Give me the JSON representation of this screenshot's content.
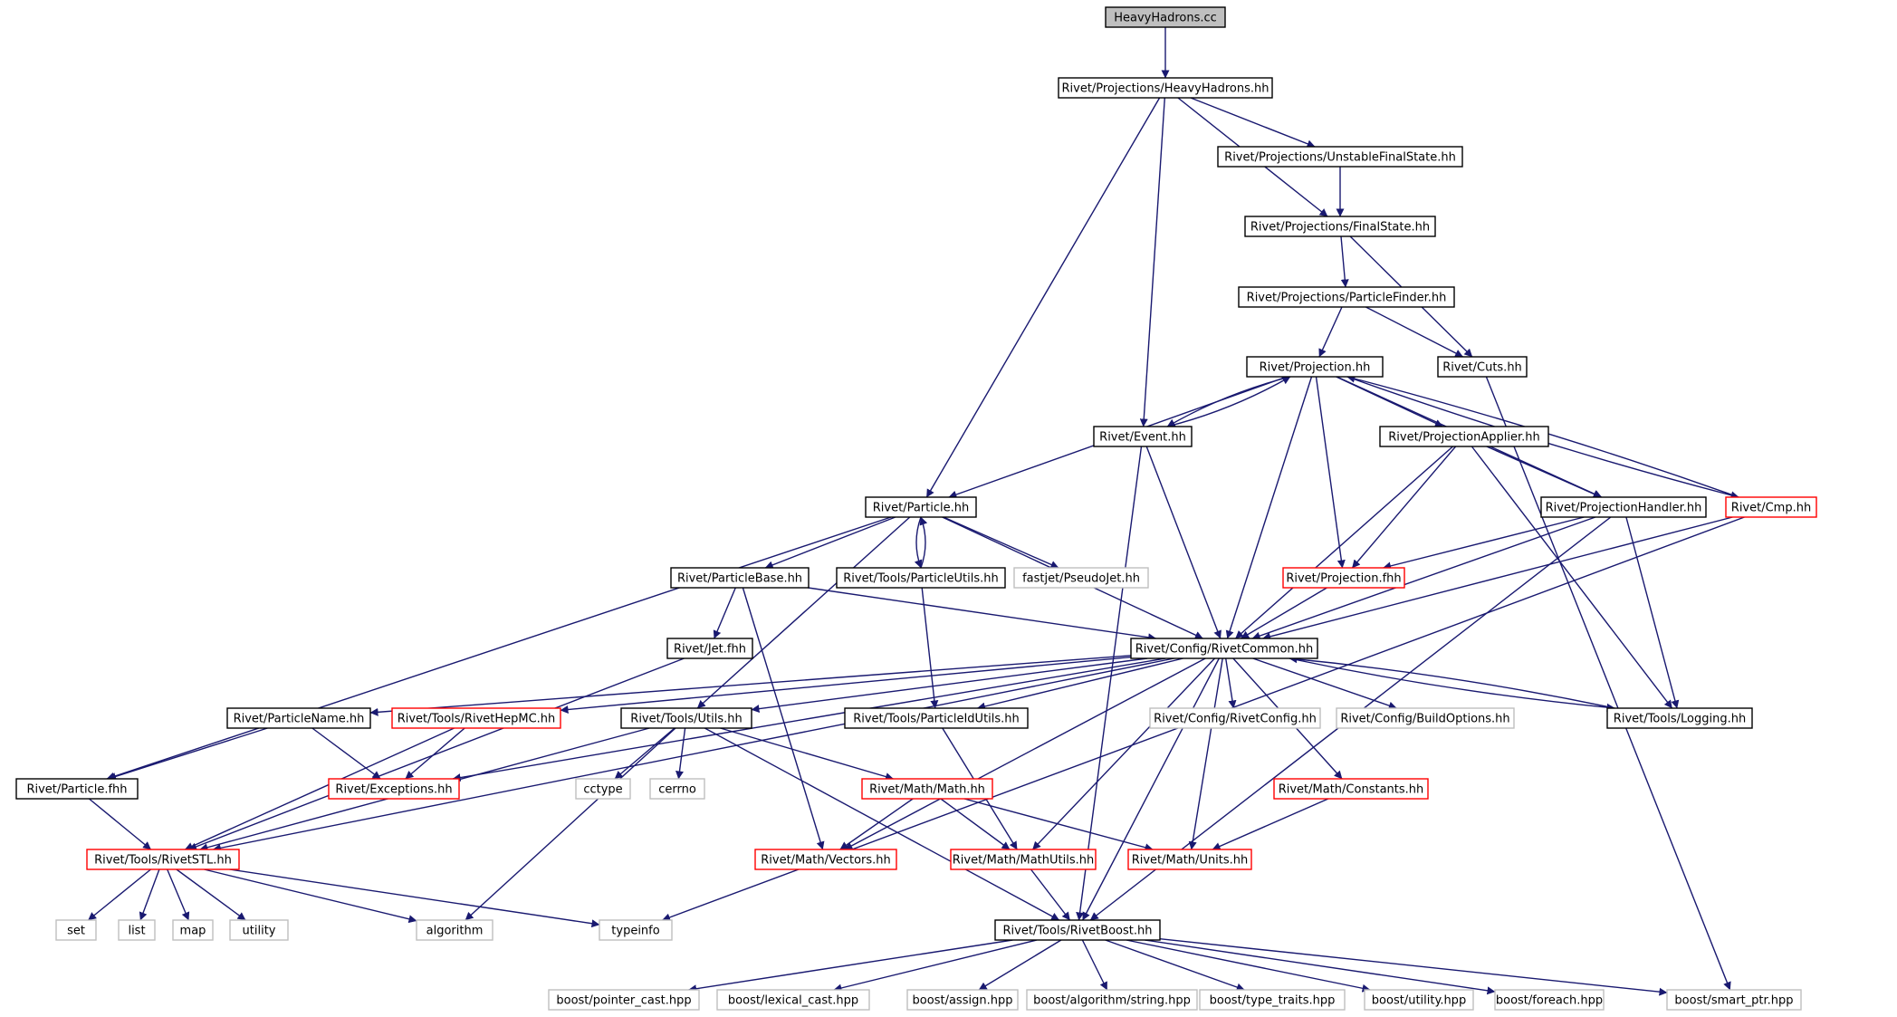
{
  "colors": {
    "edge": "#191970",
    "root_fill": "#bfbfbf",
    "border_normal": "#000000",
    "border_truncated": "#ff0000",
    "border_external": "#bfbfbf"
  },
  "nodes": [
    {
      "id": "heavyhadrons-cc",
      "label": "HeavyHadrons.cc",
      "style": "root"
    },
    {
      "id": "projections-heavyhadrons-hh",
      "label": "Rivet/Projections/HeavyHadrons.hh",
      "style": "normal"
    },
    {
      "id": "unstablefinalstate-hh",
      "label": "Rivet/Projections/UnstableFinalState.hh",
      "style": "normal"
    },
    {
      "id": "finalstate-hh",
      "label": "Rivet/Projections/FinalState.hh",
      "style": "normal"
    },
    {
      "id": "particlefinder-hh",
      "label": "Rivet/Projections/ParticleFinder.hh",
      "style": "normal"
    },
    {
      "id": "projection-hh",
      "label": "Rivet/Projection.hh",
      "style": "normal"
    },
    {
      "id": "cuts-hh",
      "label": "Rivet/Cuts.hh",
      "style": "normal"
    },
    {
      "id": "event-hh",
      "label": "Rivet/Event.hh",
      "style": "normal"
    },
    {
      "id": "projectionapplier-hh",
      "label": "Rivet/ProjectionApplier.hh",
      "style": "normal"
    },
    {
      "id": "particle-hh",
      "label": "Rivet/Particle.hh",
      "style": "normal"
    },
    {
      "id": "projectionhandler-hh",
      "label": "Rivet/ProjectionHandler.hh",
      "style": "normal"
    },
    {
      "id": "cmp-hh",
      "label": "Rivet/Cmp.hh",
      "style": "truncated"
    },
    {
      "id": "particlebase-hh",
      "label": "Rivet/ParticleBase.hh",
      "style": "normal"
    },
    {
      "id": "particleutils-hh",
      "label": "Rivet/Tools/ParticleUtils.hh",
      "style": "normal"
    },
    {
      "id": "pseudojet-hh",
      "label": "fastjet/PseudoJet.hh",
      "style": "external"
    },
    {
      "id": "projection-fhh",
      "label": "Rivet/Projection.fhh",
      "style": "truncated"
    },
    {
      "id": "jet-fhh",
      "label": "Rivet/Jet.fhh",
      "style": "normal"
    },
    {
      "id": "rivetcommon-hh",
      "label": "Rivet/Config/RivetCommon.hh",
      "style": "normal"
    },
    {
      "id": "particlename-hh",
      "label": "Rivet/ParticleName.hh",
      "style": "normal"
    },
    {
      "id": "rivethepmc-hh",
      "label": "Rivet/Tools/RivetHepMC.hh",
      "style": "truncated"
    },
    {
      "id": "utils-hh",
      "label": "Rivet/Tools/Utils.hh",
      "style": "normal"
    },
    {
      "id": "particleidutils-hh",
      "label": "Rivet/Tools/ParticleIdUtils.hh",
      "style": "normal"
    },
    {
      "id": "rivetconfig-hh",
      "label": "Rivet/Config/RivetConfig.hh",
      "style": "external"
    },
    {
      "id": "buildoptions-hh",
      "label": "Rivet/Config/BuildOptions.hh",
      "style": "external"
    },
    {
      "id": "logging-hh",
      "label": "Rivet/Tools/Logging.hh",
      "style": "normal"
    },
    {
      "id": "particle-fhh",
      "label": "Rivet/Particle.fhh",
      "style": "normal"
    },
    {
      "id": "exceptions-hh",
      "label": "Rivet/Exceptions.hh",
      "style": "truncated"
    },
    {
      "id": "cctype",
      "label": "cctype",
      "style": "external"
    },
    {
      "id": "cerrno",
      "label": "cerrno",
      "style": "external"
    },
    {
      "id": "math-hh",
      "label": "Rivet/Math/Math.hh",
      "style": "truncated"
    },
    {
      "id": "constants-hh",
      "label": "Rivet/Math/Constants.hh",
      "style": "truncated"
    },
    {
      "id": "rivetstl-hh",
      "label": "Rivet/Tools/RivetSTL.hh",
      "style": "truncated"
    },
    {
      "id": "vectors-hh",
      "label": "Rivet/Math/Vectors.hh",
      "style": "truncated"
    },
    {
      "id": "mathutils-hh",
      "label": "Rivet/Math/MathUtils.hh",
      "style": "truncated"
    },
    {
      "id": "units-hh",
      "label": "Rivet/Math/Units.hh",
      "style": "truncated"
    },
    {
      "id": "set",
      "label": "set",
      "style": "external"
    },
    {
      "id": "list",
      "label": "list",
      "style": "external"
    },
    {
      "id": "map",
      "label": "map",
      "style": "external"
    },
    {
      "id": "utility",
      "label": "utility",
      "style": "external"
    },
    {
      "id": "algorithm",
      "label": "algorithm",
      "style": "external"
    },
    {
      "id": "typeinfo",
      "label": "typeinfo",
      "style": "external"
    },
    {
      "id": "rivetboost-hh",
      "label": "Rivet/Tools/RivetBoost.hh",
      "style": "normal"
    },
    {
      "id": "boost-pointer-cast",
      "label": "boost/pointer_cast.hpp",
      "style": "external"
    },
    {
      "id": "boost-lexical-cast",
      "label": "boost/lexical_cast.hpp",
      "style": "external"
    },
    {
      "id": "boost-assign",
      "label": "boost/assign.hpp",
      "style": "external"
    },
    {
      "id": "boost-algorithm-string",
      "label": "boost/algorithm/string.hpp",
      "style": "external"
    },
    {
      "id": "boost-type-traits",
      "label": "boost/type_traits.hpp",
      "style": "external"
    },
    {
      "id": "boost-utility",
      "label": "boost/utility.hpp",
      "style": "external"
    },
    {
      "id": "boost-foreach",
      "label": "boost/foreach.hpp",
      "style": "external"
    },
    {
      "id": "boost-smart-ptr",
      "label": "boost/smart_ptr.hpp",
      "style": "external"
    }
  ],
  "edges": [
    [
      "heavyhadrons-cc",
      "projections-heavyhadrons-hh"
    ],
    [
      "projections-heavyhadrons-hh",
      "unstablefinalstate-hh"
    ],
    [
      "projections-heavyhadrons-hh",
      "finalstate-hh"
    ],
    [
      "projections-heavyhadrons-hh",
      "event-hh"
    ],
    [
      "projections-heavyhadrons-hh",
      "particle-hh"
    ],
    [
      "unstablefinalstate-hh",
      "finalstate-hh"
    ],
    [
      "finalstate-hh",
      "particlefinder-hh"
    ],
    [
      "finalstate-hh",
      "cuts-hh"
    ],
    [
      "particlefinder-hh",
      "projection-hh"
    ],
    [
      "particlefinder-hh",
      "cuts-hh"
    ],
    [
      "projection-hh",
      "event-hh"
    ],
    [
      "projection-hh",
      "projectionapplier-hh"
    ],
    [
      "projection-hh",
      "projectionhandler-hh"
    ],
    [
      "projection-hh",
      "cmp-hh"
    ],
    [
      "projection-hh",
      "particle-hh"
    ],
    [
      "projection-hh",
      "projection-fhh"
    ],
    [
      "projection-hh",
      "rivetcommon-hh"
    ],
    [
      "event-hh",
      "projection-hh"
    ],
    [
      "event-hh",
      "rivetcommon-hh"
    ],
    [
      "event-hh",
      "rivetboost-hh"
    ],
    [
      "cuts-hh",
      "boost-smart-ptr"
    ],
    [
      "cmp-hh",
      "projection-hh"
    ],
    [
      "cmp-hh",
      "rivetcommon-hh"
    ],
    [
      "cmp-hh",
      "typeinfo"
    ],
    [
      "projectionapplier-hh",
      "projectionhandler-hh"
    ],
    [
      "projectionapplier-hh",
      "projection-fhh"
    ],
    [
      "projectionapplier-hh",
      "rivetcommon-hh"
    ],
    [
      "projectionapplier-hh",
      "logging-hh"
    ],
    [
      "projectionhandler-hh",
      "projection-fhh"
    ],
    [
      "projectionhandler-hh",
      "rivetcommon-hh"
    ],
    [
      "projectionhandler-hh",
      "logging-hh"
    ],
    [
      "projectionhandler-hh",
      "rivetboost-hh"
    ],
    [
      "projection-fhh",
      "rivetcommon-hh"
    ],
    [
      "particle-hh",
      "particlebase-hh"
    ],
    [
      "particle-hh",
      "particleutils-hh"
    ],
    [
      "particle-hh",
      "pseudojet-hh"
    ],
    [
      "particle-hh",
      "rivetcommon-hh"
    ],
    [
      "particle-hh",
      "particle-fhh"
    ],
    [
      "particle-hh",
      "utils-hh"
    ],
    [
      "particleutils-hh",
      "particle-hh"
    ],
    [
      "particleutils-hh",
      "particleidutils-hh"
    ],
    [
      "particlebase-hh",
      "jet-fhh"
    ],
    [
      "particlebase-hh",
      "rivetcommon-hh"
    ],
    [
      "particlebase-hh",
      "vectors-hh"
    ],
    [
      "jet-fhh",
      "rivetstl-hh"
    ],
    [
      "rivetcommon-hh",
      "particlename-hh"
    ],
    [
      "rivetcommon-hh",
      "rivethepmc-hh"
    ],
    [
      "rivetcommon-hh",
      "utils-hh"
    ],
    [
      "rivetcommon-hh",
      "particleidutils-hh"
    ],
    [
      "rivetcommon-hh",
      "rivetconfig-hh"
    ],
    [
      "rivetcommon-hh",
      "buildoptions-hh"
    ],
    [
      "rivetcommon-hh",
      "logging-hh"
    ],
    [
      "rivetcommon-hh",
      "rivetstl-hh"
    ],
    [
      "rivetcommon-hh",
      "exceptions-hh"
    ],
    [
      "rivetcommon-hh",
      "vectors-hh"
    ],
    [
      "rivetcommon-hh",
      "mathutils-hh"
    ],
    [
      "rivetcommon-hh",
      "units-hh"
    ],
    [
      "rivetcommon-hh",
      "constants-hh"
    ],
    [
      "rivetcommon-hh",
      "rivetboost-hh"
    ],
    [
      "logging-hh",
      "rivetcommon-hh"
    ],
    [
      "particlename-hh",
      "particle-fhh"
    ],
    [
      "particlename-hh",
      "exceptions-hh"
    ],
    [
      "rivethepmc-hh",
      "exceptions-hh"
    ],
    [
      "rivethepmc-hh",
      "rivetstl-hh"
    ],
    [
      "particle-fhh",
      "rivetstl-hh"
    ],
    [
      "utils-hh",
      "rivetstl-hh"
    ],
    [
      "utils-hh",
      "algorithm"
    ],
    [
      "utils-hh",
      "cctype"
    ],
    [
      "utils-hh",
      "cerrno"
    ],
    [
      "utils-hh",
      "math-hh"
    ],
    [
      "utils-hh",
      "rivetboost-hh"
    ],
    [
      "particleidutils-hh",
      "mathutils-hh"
    ],
    [
      "math-hh",
      "vectors-hh"
    ],
    [
      "math-hh",
      "mathutils-hh"
    ],
    [
      "math-hh",
      "units-hh"
    ],
    [
      "constants-hh",
      "units-hh"
    ],
    [
      "mathutils-hh",
      "rivetboost-hh"
    ],
    [
      "rivetstl-hh",
      "set"
    ],
    [
      "rivetstl-hh",
      "list"
    ],
    [
      "rivetstl-hh",
      "map"
    ],
    [
      "rivetstl-hh",
      "utility"
    ],
    [
      "rivetstl-hh",
      "algorithm"
    ],
    [
      "rivetstl-hh",
      "typeinfo"
    ],
    [
      "rivetboost-hh",
      "boost-pointer-cast"
    ],
    [
      "rivetboost-hh",
      "boost-lexical-cast"
    ],
    [
      "rivetboost-hh",
      "boost-assign"
    ],
    [
      "rivetboost-hh",
      "boost-algorithm-string"
    ],
    [
      "rivetboost-hh",
      "boost-type-traits"
    ],
    [
      "rivetboost-hh",
      "boost-utility"
    ],
    [
      "rivetboost-hh",
      "boost-foreach"
    ],
    [
      "rivetboost-hh",
      "boost-smart-ptr"
    ]
  ]
}
